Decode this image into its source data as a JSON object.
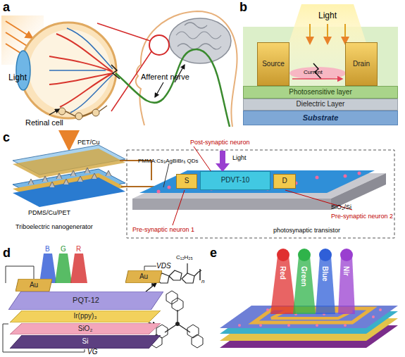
{
  "diagram": {
    "nodes": [
      {
        "text": [
          "Source"
        ]
      },
      {
        "text": [
          "Drain"
        ]
      },
      {
        "text": [
          "Photosensitive layer"
        ]
      },
      {
        "text": [
          "Dielectric Layer"
        ]
      },
      {
        "text": [
          "Substrate"
        ]
      },
      {
        "text": [
          "S"
        ]
      },
      {
        "text": [
          "PDVT-10"
        ]
      },
      {
        "text": [
          "D"
        ]
      },
      {
        "text": [
          "Au"
        ]
      },
      {
        "text": [
          "Au"
        ]
      },
      {
        "text": [
          "PQT-12"
        ]
      },
      {
        "text": [
          "Ir(ppy)₃"
        ]
      },
      {
        "text": [
          "SiO₂"
        ]
      },
      {
        "text": [
          "Si"
        ]
      }
    ],
    "labels": [
      "a",
      "b",
      "c",
      "d",
      "e",
      "Light",
      "Retinal cell",
      "Afferent nerve",
      "Light",
      "Current",
      "PET/Cu",
      "PMMA:Cs₃AgBiBr₆ QDs",
      "Post-synaptic neuron",
      "Light",
      "PDMS/Cu/PET",
      "Triboelectric nanogenerator",
      "SiO₂/Si",
      "photosynaptic transistor",
      "Pre-synaptic neuron 1",
      "Pre-synaptic neuron 2",
      "B",
      "G",
      "R",
      "VDS",
      "C₁₂H₂₅",
      "n",
      "VG",
      "Red",
      "Green",
      "Blue",
      "Nir"
    ]
  }
}
